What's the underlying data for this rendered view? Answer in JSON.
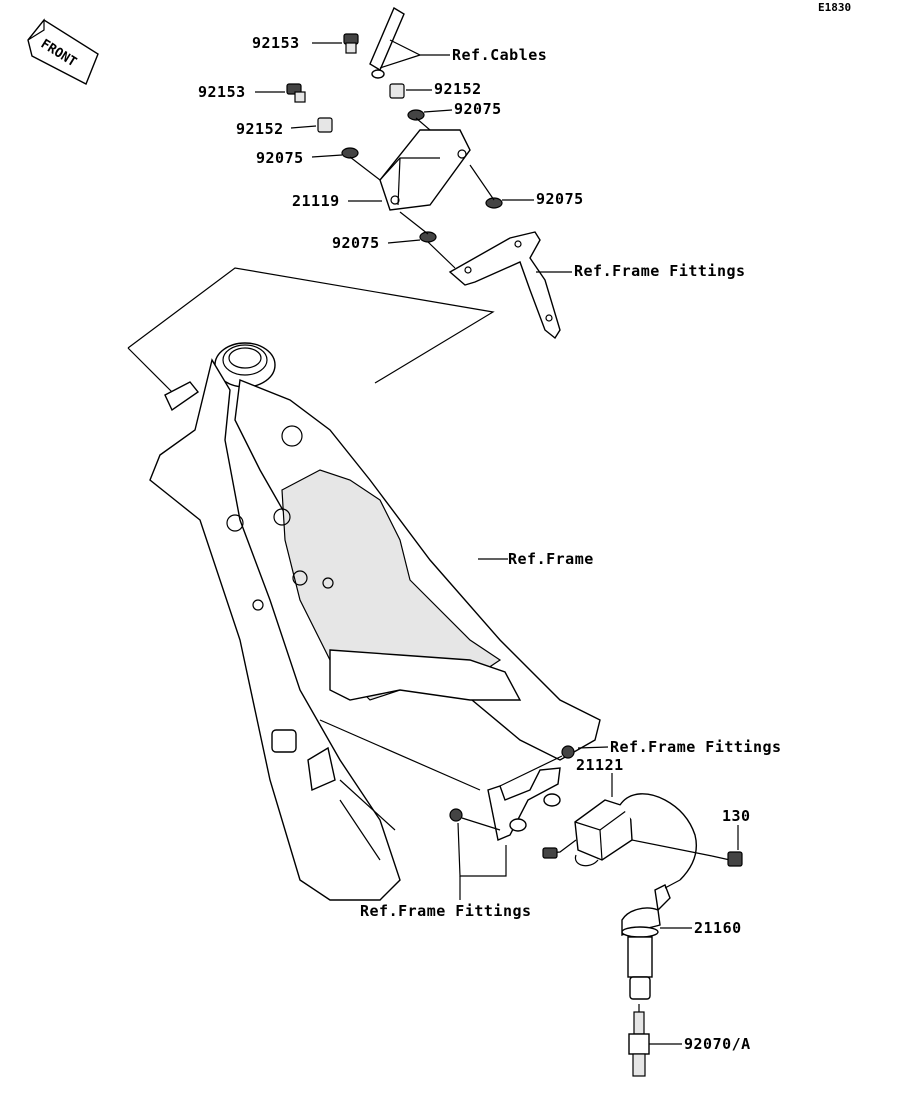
{
  "diagram": {
    "code": "E1830",
    "front_label": "FRONT",
    "labels": {
      "p92153_top": "92153",
      "ref_cables": "Ref.Cables",
      "p92153_mid": "92153",
      "p92152_right": "92152",
      "p92075_a": "92075",
      "p92152_left": "92152",
      "p92075_b": "92075",
      "p21119": "21119",
      "p92075_c": "92075",
      "p92075_d": "92075",
      "ref_frame_fittings_top": "Ref.Frame Fittings",
      "ref_frame": "Ref.Frame",
      "ref_frame_fittings_mid": "Ref.Frame Fittings",
      "p21121": "21121",
      "p130": "130",
      "ref_frame_fittings_bottom": "Ref.Frame Fittings",
      "p21160": "21160",
      "p92070a": "92070/A"
    }
  }
}
